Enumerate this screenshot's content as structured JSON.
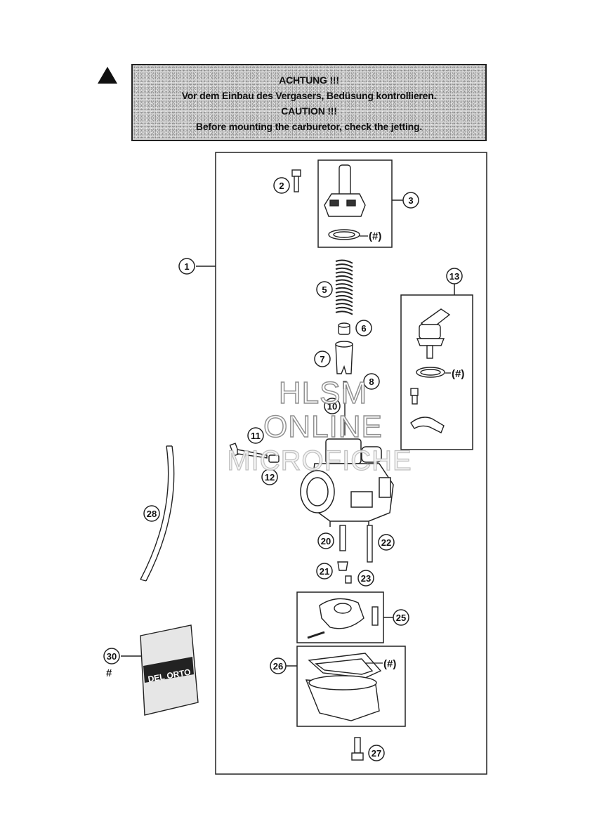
{
  "warning": {
    "line1": "ACHTUNG !!!",
    "line2": "Vor dem Einbau des Vergasers, Bedüsung kontrollieren.",
    "line3": "CAUTION !!!",
    "line4": "Before mounting the carburetor, check the jetting."
  },
  "callouts": {
    "c1": "1",
    "c2": "2",
    "c3": "3",
    "c5": "5",
    "c6": "6",
    "c7": "7",
    "c8": "8",
    "c10": "10",
    "c11": "11",
    "c12": "12",
    "c13": "13",
    "c20": "20",
    "c21": "21",
    "c22": "22",
    "c23": "23",
    "c25": "25",
    "c26": "26",
    "c27": "27",
    "c28": "28",
    "c30": "30"
  },
  "hash_marks": {
    "h3": "(#)",
    "h13": "(#)",
    "h26": "(#)",
    "h30": "#"
  },
  "bag_label": {
    "brand": "DEL ORTO"
  },
  "watermark": {
    "line1": "HLSM",
    "line2": "ONLINE",
    "line3": "MICROFICHE"
  }
}
